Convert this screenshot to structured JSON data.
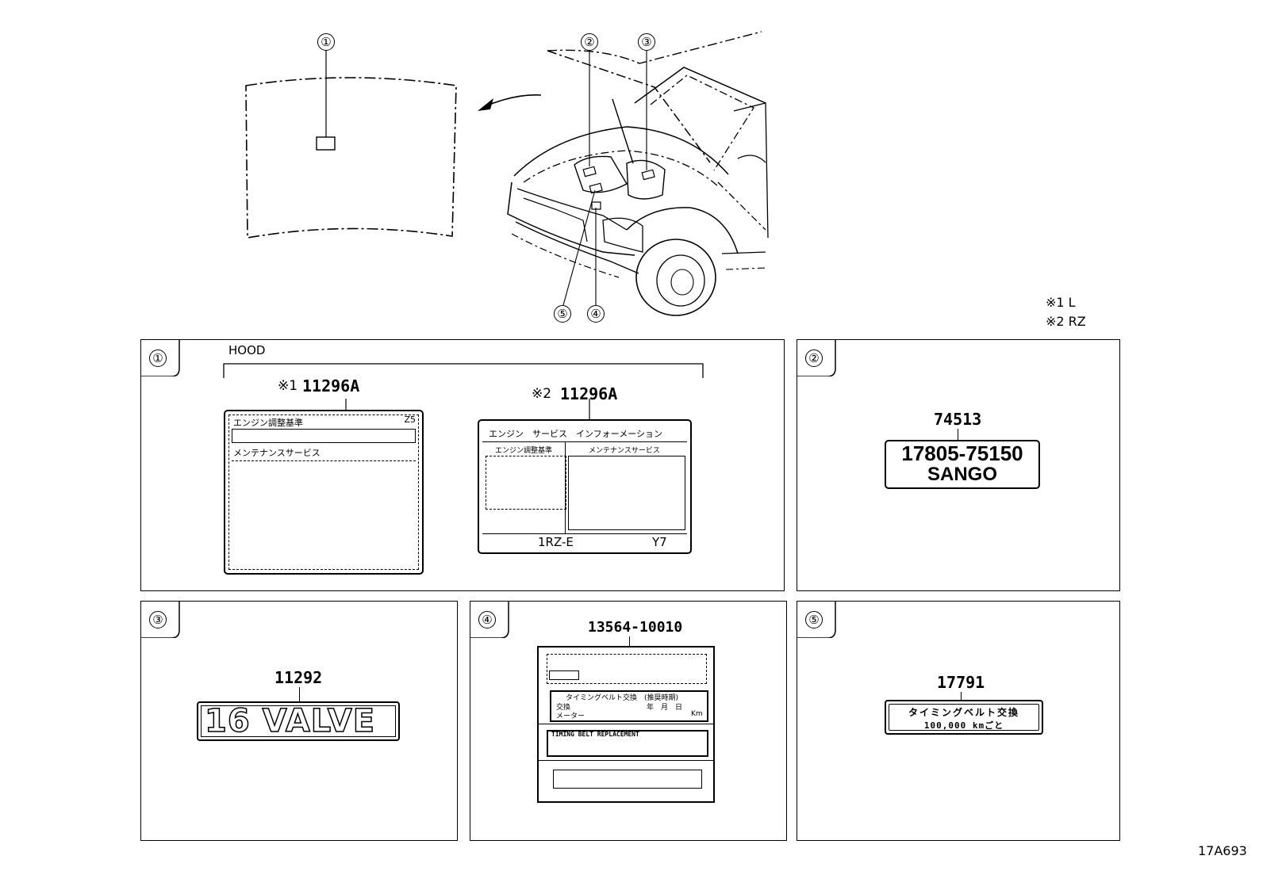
{
  "callouts": [
    "①",
    "②",
    "③",
    "④",
    "⑤"
  ],
  "notes": {
    "n1": "※1 L",
    "n2": "※2 RZ"
  },
  "drawing_id": "17A693",
  "panel1": {
    "title": "HOOD",
    "left_part": {
      "marker": "※1",
      "number": "11296A",
      "tag": "Z5",
      "line1": "エンジン調整基準",
      "line2": "メンテナンスサービス"
    },
    "right_part": {
      "marker": "※2",
      "number": "11296A",
      "header": "エンジン　サービス　インフォーメーション",
      "col1": "エンジン調整基準",
      "col2": "メンテナンスサービス",
      "foot1": "1RZ-E",
      "foot2": "Y7"
    }
  },
  "panel2": {
    "number": "74513",
    "line1": "17805-75150",
    "line2": "SANGO"
  },
  "panel3": {
    "number": "11292",
    "emblem": "16 VALVE"
  },
  "panel4": {
    "number": "13564-10010",
    "row1": "タイミングベルト交換　(推奨時期)",
    "row2a": "交換",
    "row2b": "年　月　日",
    "row3a": "メーター",
    "row3b": "Km",
    "row4": "TIMING BELT REPLACEMENT"
  },
  "panel5": {
    "number": "17791",
    "line1": "タイミングベルト交換",
    "line2": "100,000 kmごと"
  }
}
